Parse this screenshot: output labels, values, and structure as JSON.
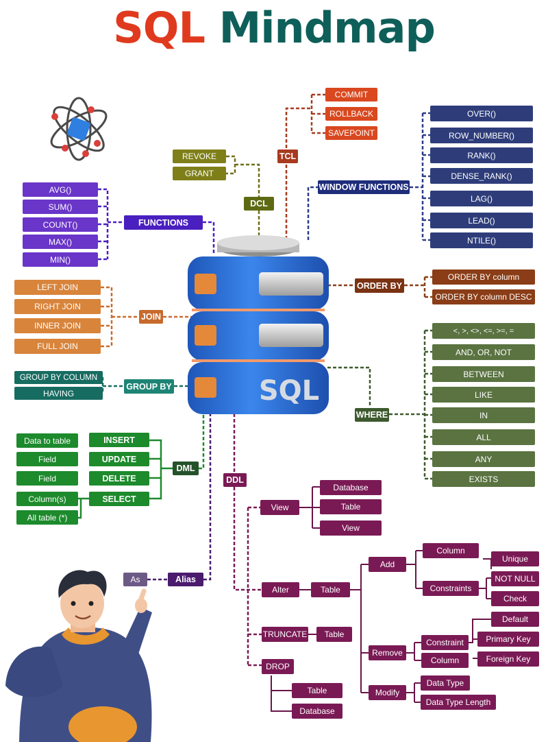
{
  "title": {
    "part1": "SQL",
    "part2": "Mindmap"
  },
  "colors": {
    "title_red": "#e03a1e",
    "title_teal": "#0e5f59",
    "tcl": "#d9481f",
    "tcl_line": "#a83a20",
    "window": "#2e3d7a",
    "window_line": "#2c3a8a",
    "dcl": "#7f7f1a",
    "functions": "#6a35c9",
    "functions_hdr": "#4a1fc0",
    "join": "#d8843b",
    "join_line": "#c86a2d",
    "order_by": "#8a3d16",
    "where": "#5a7341",
    "where_hdr": "#3d5a2e",
    "group_by": "#176c61",
    "dml": "#1d8a2c",
    "dml_hdr": "#25522b",
    "ddl": "#7a1a55",
    "alias": "#4b1b6e",
    "as": "#6c5a86",
    "db_blue": "#2f6fd6",
    "db_orange": "#e4893a"
  },
  "database": {
    "label": "SQL"
  },
  "tcl": {
    "label": "TCL",
    "items": [
      "COMMIT",
      "ROLLBACK",
      "SAVEPOINT"
    ]
  },
  "dcl": {
    "label": "DCL",
    "items": [
      "REVOKE",
      "GRANT"
    ]
  },
  "window_functions": {
    "label": "WINDOW FUNCTIONS",
    "items": [
      "OVER()",
      "ROW_NUMBER()",
      "RANK()",
      "DENSE_RANK()",
      "LAG()",
      "LEAD()",
      "NTILE()"
    ]
  },
  "functions": {
    "label": "FUNCTIONS",
    "items": [
      "AVG()",
      "SUM()",
      "COUNT()",
      "MAX()",
      "MIN()"
    ]
  },
  "join": {
    "label": "JOIN",
    "items": [
      "LEFT JOIN",
      "RIGHT JOIN",
      "INNER JOIN",
      "FULL JOIN"
    ]
  },
  "order_by": {
    "label": "ORDER BY",
    "items": [
      "ORDER BY column",
      "ORDER BY column DESC"
    ]
  },
  "where": {
    "label": "WHERE",
    "items": [
      "<, >, <>, <=, >=, =",
      "AND, OR, NOT",
      "BETWEEN",
      "LIKE",
      "IN",
      "ALL",
      "ANY",
      "EXISTS"
    ]
  },
  "group_by": {
    "label": "GROUP BY",
    "items": [
      "GROUP BY COLUMN",
      "HAVING"
    ]
  },
  "dml": {
    "label": "DML",
    "commands": [
      "INSERT",
      "UPDATE",
      "DELETE",
      "SELECT"
    ],
    "targets": [
      "Data to table",
      "Field",
      "Field"
    ],
    "select_targets": [
      "Column(s)",
      "All table (*)"
    ]
  },
  "alias": {
    "label": "Alias",
    "item": "As"
  },
  "ddl": {
    "label": "DDL",
    "view": {
      "label": "View",
      "items": [
        "Database",
        "Table",
        "View"
      ]
    },
    "alter": {
      "label": "Alter",
      "table": "Table",
      "add": {
        "label": "Add",
        "column": "Column",
        "constraints": "Constraints",
        "constraint_items": [
          "Unique",
          "NOT NULL",
          "Check",
          "Default",
          "Primary Key",
          "Foreign Key"
        ]
      },
      "remove": {
        "label": "Remove",
        "items": [
          "Constraint",
          "Column"
        ]
      },
      "modify": {
        "label": "Modify",
        "items": [
          "Data Type",
          "Data Type Length"
        ]
      }
    },
    "truncate": {
      "label": "TRUNCATE",
      "table": "Table"
    },
    "drop": {
      "label": "DROP",
      "items": [
        "Table",
        "Database"
      ]
    }
  }
}
